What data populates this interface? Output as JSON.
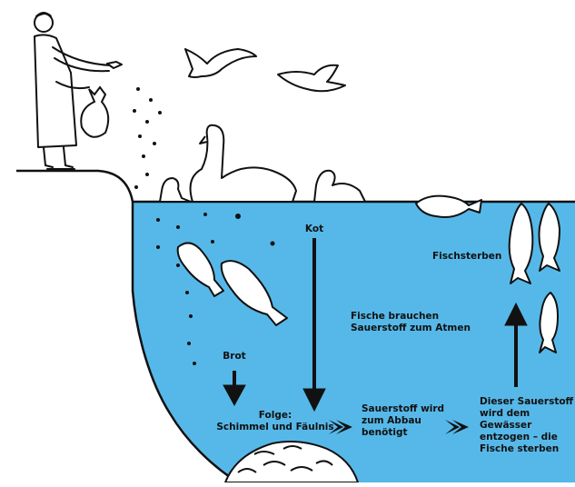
{
  "colors": {
    "water": "#56b8e8",
    "ink": "#111111",
    "paper": "#ffffff"
  },
  "labels": {
    "kot": "Kot",
    "fischsterben": "Fischsterben",
    "sauerstoff_atmen_1": "Fische brauchen",
    "sauerstoff_atmen_2": "Sauerstoff zum Atmen",
    "brot": "Brot",
    "folge_1": "Folge:",
    "folge_2": "Schimmel und Fäulnis",
    "abbau_1": "Sauerstoff wird",
    "abbau_2": "zum Abbau",
    "abbau_3": "benötigt",
    "entzogen_1": "Dieser Sauerstoff",
    "entzogen_2": "wird dem Gewässer",
    "entzogen_3": "entzogen – die",
    "entzogen_4": "Fische sterben"
  },
  "icons": [
    "woman-feeding-icon",
    "bread-bag-icon",
    "seagull-icon",
    "swan-icon",
    "duck-icon",
    "fish-icon",
    "dead-fish-icon",
    "sediment-pile-icon",
    "arrow-icon"
  ]
}
